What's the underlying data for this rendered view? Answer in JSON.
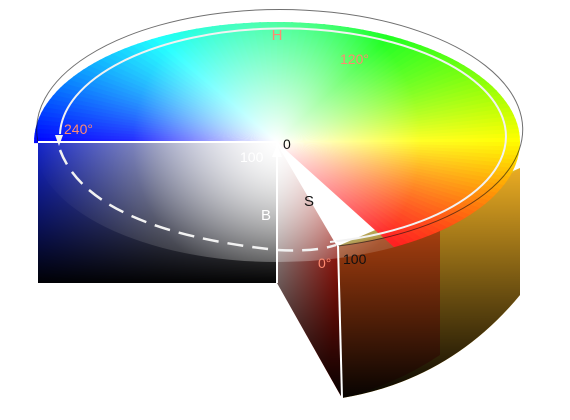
{
  "labels": {
    "hue_axis": "H",
    "hue_120": "120°",
    "hue_240": "240°",
    "hue_0": "0°",
    "origin": "0",
    "saturation_axis": "S",
    "saturation_max": "100",
    "brightness_axis": "B",
    "brightness_max": "100"
  },
  "colors": {
    "hue_label": "#ff8a70",
    "axis_label": "#ffffff",
    "dark_label": "#111111",
    "guide_line": "#f2f2f2",
    "edge_line": "#111111"
  }
}
